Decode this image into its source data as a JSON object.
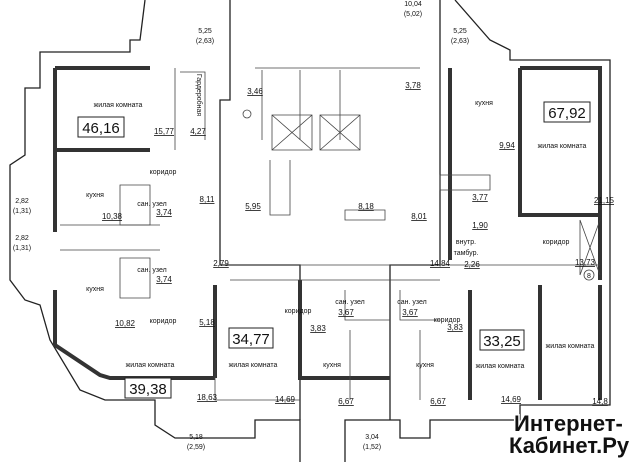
{
  "balconies": {
    "top_left": {
      "area": "5,25",
      "half": "(2,63)"
    },
    "top_center": {
      "area": "10,04",
      "half": "(5,02)"
    },
    "top_right": {
      "area": "5,25",
      "half": "(2,63)"
    },
    "left_upper": {
      "area": "2,82",
      "half": "(1,31)"
    },
    "left_lower": {
      "area": "2,82",
      "half": "(1,31)"
    },
    "bottom_left": {
      "area": "5,18",
      "half": "(2,59)"
    },
    "bottom_center": {
      "area": "3,04",
      "half": "(1,52)"
    }
  },
  "apt_top_left": {
    "total": "46,16",
    "living_label": "жилая комната",
    "living_area": "15,77",
    "wardrobe_label": "Гардеробная",
    "wardrobe_area": "4,27",
    "corridor_label": "коридор",
    "corridor_area": "8,11",
    "kitchen_label": "кухня",
    "kitchen_area": "10,38",
    "bath_label": "сан. узел",
    "bath_area": "3,74"
  },
  "apt_bottom_left": {
    "total": "39,38",
    "living_label": "жилая комната",
    "living_area": "18,63",
    "corridor_label": "коридор",
    "corridor_area": "5,18",
    "kitchen_label": "кухня",
    "kitchen_area": "10,82",
    "bath_label": "сан. узел",
    "bath_area": "3,74"
  },
  "apt_top_right": {
    "total": "67,92",
    "living_label": "жилая комната",
    "living_area": "21,15",
    "kitchen_label": "кухня",
    "kitchen_area": "9,94",
    "bath_area": "3,77",
    "wc_area": "1,90",
    "corridor_label": "коридор",
    "corridor_area": "13,73"
  },
  "apt_center_left": {
    "total": "34,77",
    "living_label": "жилая комната",
    "living_area": "14,69",
    "corridor_label": "коридор",
    "corridor_area": "3,83",
    "bath_label": "сан. узел",
    "bath_area": "3,67",
    "kitchen_label": "кухня",
    "kitchen_area": "6,67"
  },
  "apt_center_right": {
    "total": "33,25",
    "living_label": "жилая комната",
    "living_area": "14,69",
    "corridor_label": "коридор",
    "corridor_area": "3,83",
    "bath_label": "сан. узел",
    "bath_area": "3,67",
    "kitchen_label": "кухня",
    "kitchen_area": "6,67"
  },
  "apt_bottom_right": {
    "living_label": "жилая комната",
    "living_area": "14,8"
  },
  "common": {
    "stair_upper": "3,46",
    "stair_right": "3,78",
    "lift_hall_left": "5,95",
    "lift_hall_right": "8,18",
    "hall": "8,01",
    "corridor_left": "2,79",
    "corridor_main": "14,84",
    "vestibule_label_1": "внутр.",
    "vestibule_label_2": "тамбур.",
    "vestibule_area": "2,26",
    "axis_marker": "8"
  },
  "watermark": {
    "line1": "Интернет-",
    "line2": "Кабинет.Ру"
  }
}
